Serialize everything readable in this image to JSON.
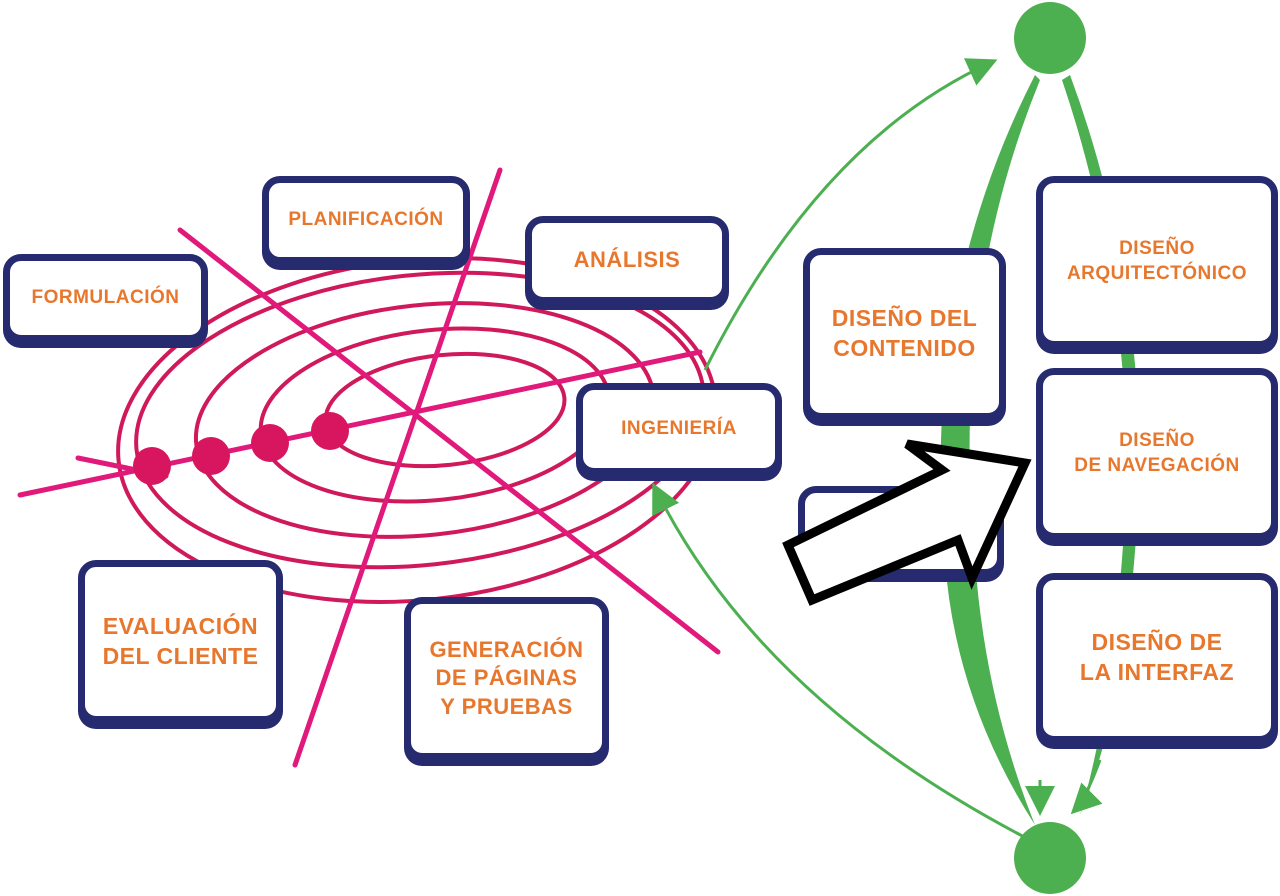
{
  "colors": {
    "box_border": "#262a6e",
    "label_text": "#e8772e",
    "spiral": "#d0195a",
    "axis_lines": "#e0197a",
    "green_flow": "#4caf50",
    "arrow_outline": "#000000"
  },
  "spiral_boxes": {
    "formulacion": "FORMULACIÓN",
    "planificacion": "PLANIFICACIÓN",
    "analisis": "ANÁLISIS",
    "ingenieria": "INGENIERÍA",
    "evaluacion": "EVALUACIÓN\nDEL CLIENTE",
    "generacion": "GENERACIÓN\nDE PÁGINAS\nY PRUEBAS"
  },
  "design_boxes": {
    "contenido": "DISEÑO DEL\nCONTENIDO",
    "arquitectonico": "DISEÑO\nARQUITECTÓNICO",
    "navegacion": "DISEÑO\nDE NAVEGACIÓN",
    "interfaz": "DISEÑO DE\nLA INTERFAZ"
  }
}
